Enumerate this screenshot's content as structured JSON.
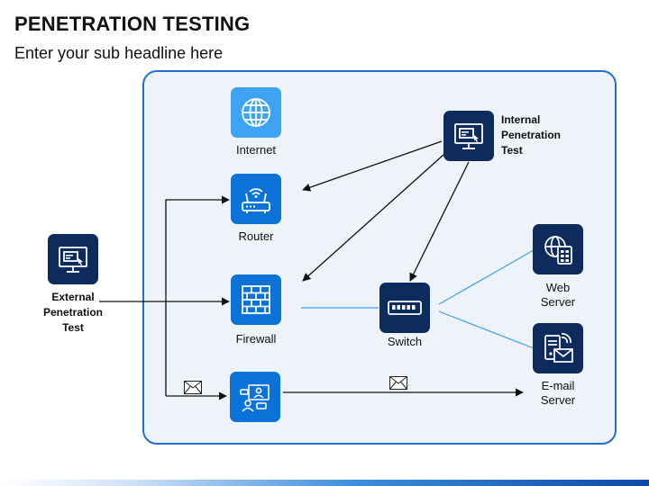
{
  "header": {
    "title": "PENETRATION TESTING",
    "subtitle": "Enter your sub headline here"
  },
  "nodes": {
    "internet": {
      "label": "Internet",
      "icon": "globe-icon"
    },
    "router": {
      "label": "Router",
      "icon": "router-icon"
    },
    "firewall": {
      "label": "Firewall",
      "icon": "brick-wall-icon"
    },
    "switch": {
      "label": "Switch",
      "icon": "network-switch-icon"
    },
    "web_server": {
      "label_line1": "Web",
      "label_line2": "Server",
      "icon": "web-server-icon"
    },
    "email_server": {
      "label_line1": "E-mail",
      "label_line2": "Server",
      "icon": "email-server-icon"
    },
    "client": {
      "icon": "video-conference-icon"
    },
    "internal_test": {
      "label_line1": "Internal",
      "label_line2": "Penetration",
      "label_line3": "Test",
      "icon": "monitor-icon"
    },
    "external_test": {
      "label_line1": "External",
      "label_line2": "Penetration",
      "label_line3": "Test",
      "icon": "monitor-icon"
    }
  },
  "colors": {
    "light_tile": "#3ea3f2",
    "mid_tile": "#0b72d8",
    "dark_tile": "#0d2b5c",
    "panel_border": "#1f6fd6",
    "panel_fill": "#eef3fa",
    "link_line": "#3ea3f2"
  }
}
